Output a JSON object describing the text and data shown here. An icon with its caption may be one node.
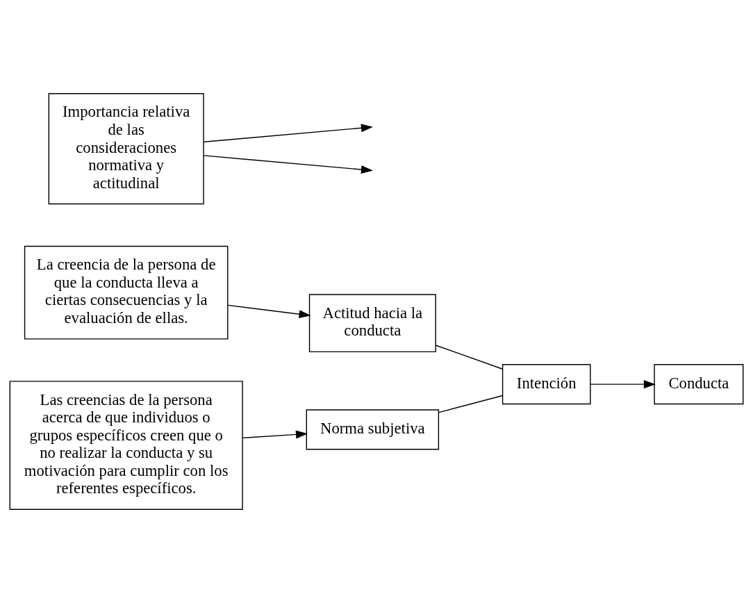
{
  "diagram": {
    "nodes": [
      {
        "text": [
          "La creencia de la persona de que la conducta lleva a ciertas consecuencias y la evaluación de ellas."
        ]
      },
      {
        "text": [
          "Actitud hacia la conducta"
        ]
      },
      {
        "text": [
          "Importancia relativa de las consideraciones normativa y actitudinal"
        ]
      },
      {
        "text": [
          "Intención"
        ]
      },
      {
        "text": [
          "Conducta"
        ]
      },
      {
        "text": [
          "Las creencias de la persona acerca de que individuos o grupos específicos creen que o no realizar la conducta y su motivación para cumplir con los referentes específicos."
        ]
      },
      {
        "text": [
          "Norma subjetiva"
        ]
      }
    ],
    "edges": [
      {
        "from": 0,
        "to": 1,
        "arrow": "to"
      },
      {
        "from": 1,
        "to": 3,
        "arrow": "none"
      },
      {
        "from": 2,
        "to": null,
        "arrow": "to"
      },
      {
        "from": 2,
        "to": null,
        "arrow": "to"
      },
      {
        "from": 3,
        "to": 4,
        "arrow": "to"
      },
      {
        "from": 5,
        "to": 6,
        "arrow": "to"
      },
      {
        "from": 6,
        "to": 3,
        "arrow": "none"
      }
    ]
  }
}
